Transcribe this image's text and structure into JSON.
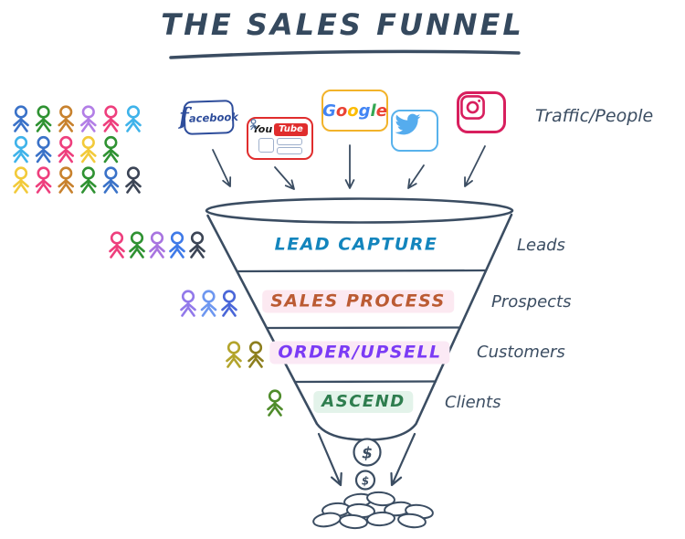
{
  "title": "THE SALES FUNNEL",
  "traffic_label": "Traffic/People",
  "colors": {
    "ink": "#3b4d62"
  },
  "money_symbol": "$",
  "sources": {
    "facebook": {
      "name": "facebook",
      "text_big": "f",
      "text_rest": "acebook",
      "color": "#2e4d9b"
    },
    "youtube": {
      "name": "youtube",
      "part1": "You",
      "part2": "Tube",
      "color": "#e02d2d"
    },
    "google": {
      "name": "google",
      "word": "Google",
      "letters": [
        {
          "ch": "G",
          "color": "#4285f4"
        },
        {
          "ch": "o",
          "color": "#ea4335"
        },
        {
          "ch": "o",
          "color": "#fbbc05"
        },
        {
          "ch": "g",
          "color": "#4285f4"
        },
        {
          "ch": "l",
          "color": "#34a853"
        },
        {
          "ch": "e",
          "color": "#ea4335"
        }
      ],
      "color": "#f2b32a"
    },
    "twitter": {
      "name": "twitter",
      "color": "#55acee"
    },
    "instagram": {
      "name": "instagram",
      "color": "#d81f5e"
    }
  },
  "funnel": {
    "stages": [
      {
        "label": "LEAD CAPTURE",
        "color": "#1385bd",
        "bg": "transparent",
        "side_label": "Leads"
      },
      {
        "label": "SALES PROCESS",
        "color": "#bb5b33",
        "bg": "#fce9f1",
        "side_label": "Prospects"
      },
      {
        "label": "ORDER/UPSELL",
        "color": "#7b3bf5",
        "bg": "#fbe9f5",
        "side_label": "Customers"
      },
      {
        "label": "ASCEND",
        "color": "#2e7d4e",
        "bg": "#e3f3ea",
        "side_label": "Clients"
      }
    ]
  },
  "people": {
    "grid_rows": [
      [
        "#3a72c8",
        "#2f9232",
        "#c8822e",
        "#b27ee6",
        "#ee3f7d",
        "#3fb3ea"
      ],
      [
        "#3fb3ea",
        "#3a72c8",
        "#ee3f7d",
        "#f2ca3a",
        "#2f9232"
      ],
      [
        "#f2ca3a",
        "#ee3f7d",
        "#c8822e",
        "#2f9232",
        "#3a72c8",
        "#3c4556"
      ]
    ],
    "stage_rows": [
      [
        "#ee3f7d",
        "#2f9232",
        "#a874e0",
        "#3f7ae8",
        "#3c4556"
      ],
      [
        "#9279ea",
        "#6e97f0",
        "#4a66d8"
      ],
      [
        "#b3a42c",
        "#8d7f1e"
      ],
      [
        "#4f8c2b"
      ]
    ]
  }
}
